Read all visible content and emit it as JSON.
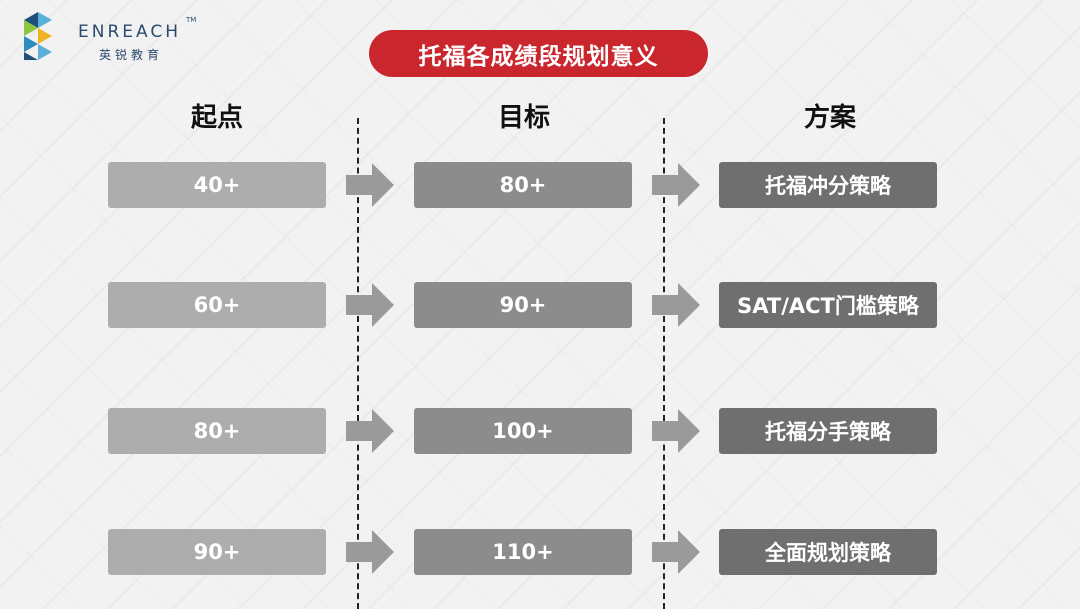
{
  "logo": {
    "brand_en": "ENREACH",
    "tm": "TM",
    "brand_cn": "英锐教育"
  },
  "title": "托福各成绩段规划意义",
  "columns": {
    "start": "起点",
    "target": "目标",
    "plan": "方案"
  },
  "rows": [
    {
      "start": "40+",
      "target": "80+",
      "plan": "托福冲分策略"
    },
    {
      "start": "60+",
      "target": "90+",
      "plan": "SAT/ACT门槛策略"
    },
    {
      "start": "80+",
      "target": "100+",
      "plan": "托福分手策略"
    },
    {
      "start": "90+",
      "target": "110+",
      "plan": "全面规划策略"
    }
  ],
  "colors": {
    "title_bg": "#c9262e",
    "start_cell": "#adadad",
    "target_cell": "#8c8c8c",
    "plan_cell": "#6f6f6f",
    "arrow": "#9a9a9a"
  }
}
